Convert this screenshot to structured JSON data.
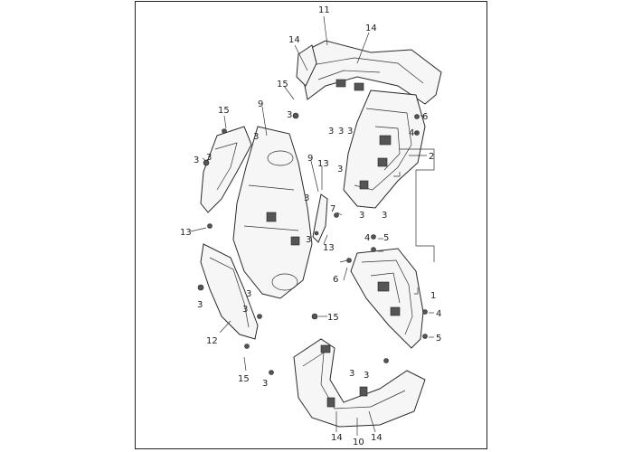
{
  "labels": [
    "1",
    "2",
    "3",
    "4",
    "5",
    "6",
    "7",
    "9",
    "10",
    "11",
    "12",
    "13",
    "14",
    "15"
  ]
}
